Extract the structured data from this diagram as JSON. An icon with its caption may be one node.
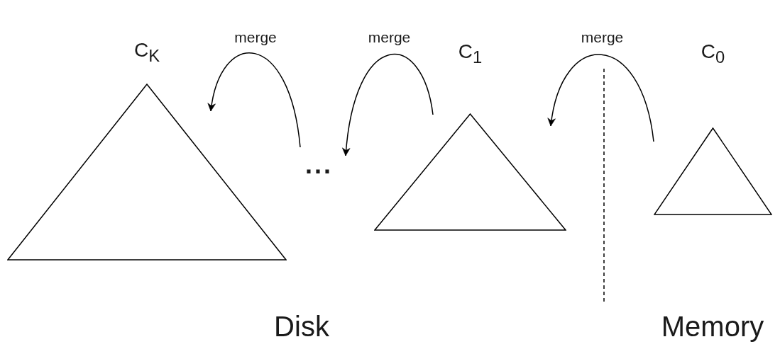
{
  "diagram": {
    "nodes": [
      {
        "text": [
          "C$_{K}$"
        ]
      },
      {
        "text": [
          "..."
        ]
      },
      {
        "text": [
          "C$_{1}$"
        ]
      },
      {
        "text": [
          "C$_{0}$"
        ]
      }
    ],
    "edges": [
      {
        "from": 1,
        "to": 0,
        "arrow": "to",
        "label": "merge"
      },
      {
        "from": 2,
        "to": 1,
        "arrow": "to",
        "label": "merge"
      },
      {
        "from": 3,
        "to": 2,
        "arrow": "to",
        "label": "merge"
      }
    ],
    "labels": [
      "Disk",
      "Memory"
    ]
  }
}
